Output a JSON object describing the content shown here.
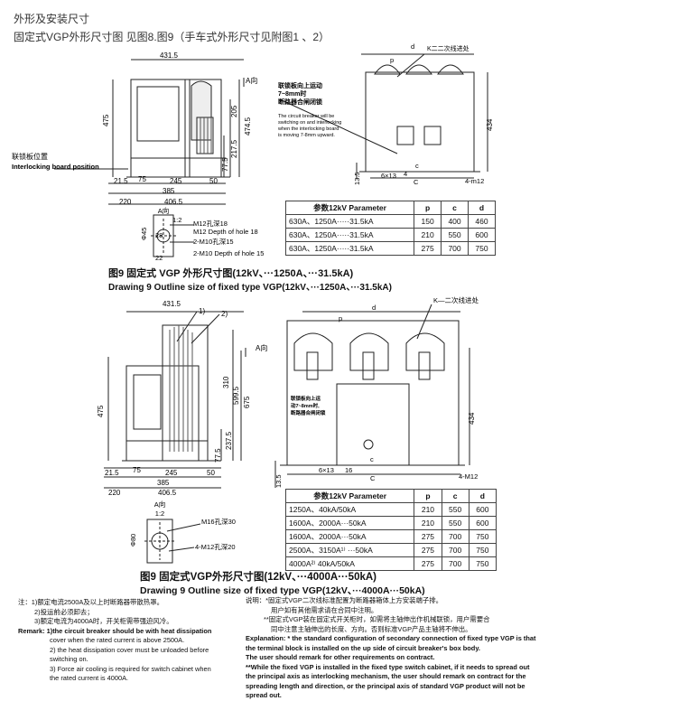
{
  "header": {
    "title": "外形及安装尺寸",
    "subtitle": "固定式VGP外形尺寸图 见图8.图9（手车式外形尺寸见附图1 、2）"
  },
  "fig1": {
    "dims": {
      "w4315": "431.5",
      "h475": "475",
      "h205": "205",
      "h4745": "474.5",
      "h2175": "217.5",
      "h775": "77.5",
      "w215": "21.5",
      "w75": "75",
      "w245": "245",
      "w50": "50",
      "w385": "385",
      "w220": "220",
      "w4065": "406.5",
      "w22": "22",
      "w28": "28",
      "phi45": "Φ45",
      "h434": "434",
      "h135": "13.5",
      "w6x13": "6×13",
      "w4": "4",
      "w4m12": "4-m12",
      "p": "p",
      "c": "c",
      "d": "d",
      "C": "C"
    },
    "labels": {
      "a_dir": "A向",
      "a_dir2": "A向",
      "scale": "1:2",
      "interlock_cn": "联锁板位置",
      "interlock_en": "Interlocking board position",
      "hole1_cn": "M12孔深18",
      "hole1_en": "M12 Depth of hole 18",
      "hole2_cn": "2-M10孔深15",
      "hole2_en": "2-M10 Depth of hole 15",
      "k_secondary": "K二二次线进处",
      "lock_cn1": "联锁板向上运动",
      "lock_cn2": "7~8mm时",
      "lock_cn3": "断路器合闸闭锁",
      "lock_en1": "The circuit breaker will be",
      "lock_en2": "switching on and interlocking",
      "lock_en3": "when the interlocking board",
      "lock_en4": "is moving 7-8mm upward."
    },
    "table": {
      "headers": [
        "参数12kV Parameter",
        "p",
        "c",
        "d"
      ],
      "rows": [
        [
          "630A、1250A·····31.5kA",
          "150",
          "400",
          "460"
        ],
        [
          "630A、1250A·····31.5kA",
          "210",
          "550",
          "600"
        ],
        [
          "630A、1250A·····31.5kA",
          "275",
          "700",
          "750"
        ]
      ]
    },
    "caption_cn": "图9  固定式 VGP 外形尺寸图(12kV、···1250A、···31.5kA)",
    "caption_en": "Drawing 9 Outline size of fixed type VGP(12kV、···1250A、···31.5kA)"
  },
  "fig2": {
    "dims": {
      "w4315": "431.5",
      "h475": "475",
      "h310": "310",
      "h5995": "599.5",
      "h675": "675",
      "h775": "77.5",
      "h2375": "237.5",
      "w215": "21.5",
      "w75": "75",
      "w245": "245",
      "w50": "50",
      "w385": "385",
      "w220": "220",
      "w4065": "406.5",
      "phi80": "Φ80",
      "h434": "434",
      "h135": "13.5",
      "w6x13": "6×13",
      "w16": "16",
      "w4M12": "4-M12",
      "p": "p",
      "c": "c",
      "d": "d",
      "C": "C",
      "lbl1": "1)",
      "lbl2": "2)"
    },
    "labels": {
      "a_dir": "A向",
      "a_dir2": "A向",
      "scale": "1:2",
      "k_secondary": "K—二次线进处",
      "hole1": "M16孔深30",
      "hole2": "4-M12孔深20",
      "lock1": "联锁板向上运",
      "lock2": "动7~8mm时,",
      "lock3": "断路器合闸闭锁"
    },
    "table": {
      "headers": [
        "参数12kV Parameter",
        "p",
        "c",
        "d"
      ],
      "rows": [
        [
          "1250A、40kA/50kA",
          "210",
          "550",
          "600"
        ],
        [
          "1600A、2000A···50kA",
          "210",
          "550",
          "600"
        ],
        [
          "1600A、2000A···50kA",
          "275",
          "700",
          "750"
        ],
        [
          "2500A、3150A¹⁾ ···50kA",
          "275",
          "700",
          "750"
        ],
        [
          "4000A²⁾   40kA/50kA",
          "275",
          "700",
          "750"
        ]
      ]
    },
    "caption_cn": "图9  固定式VGP外形尺寸图(12kV、···4000A···50kA)",
    "caption_en": "Drawing 9 Outline size of fixed type VGP(12kV、···4000A···50kA)"
  },
  "notes_left": {
    "cn1": "注：1)额定电流2500A及以上时断路器带散热罩。",
    "cn2": "2)投运前必须卸去；",
    "cn3": "3)额定电流为4000A时，开关柜需带强迫风冷。",
    "en0": "Remark: 1)the circuit breaker should be with heat dissipation",
    "en1": "cover when the rated current is above 2500A.",
    "en2": "2) the heat dissipation cover must be unloaded before",
    "en3": "switching on.",
    "en4": "3) Force air cooling is required for switch cabinet when",
    "en5": "the rated current is 4000A."
  },
  "notes_right": {
    "cn1": "说明：*固定式VGP二次线标准配置为断路器箱体上方安装端子排。",
    "cn2": "用户如有其他需求请在合同中注明。",
    "cn3": "**固定式VGP装在固定式开关柜时，如需将主轴伸出作机械联锁，用户需要合",
    "cn4": "同中注意主轴伸出的长度、方向。否则标准VGP产品主轴将不伸出。",
    "en1": "Explanation: * the standard configuration of secondary connection of fixed type VGP is that",
    "en2": "the terminal block is installed on the up side of circuit breaker's box body.",
    "en3": "The user should remark for other requirements on contract.",
    "en4": "**While the fixed VGP is installed in the fixed type switch cabinet, if it needs to spread out",
    "en5": "the principal axis as interlocking mechanism, the user should remark on contract for the",
    "en6": "spreading length and direction, or the principal axis of standard VGP product will not be",
    "en7": "spread out."
  }
}
